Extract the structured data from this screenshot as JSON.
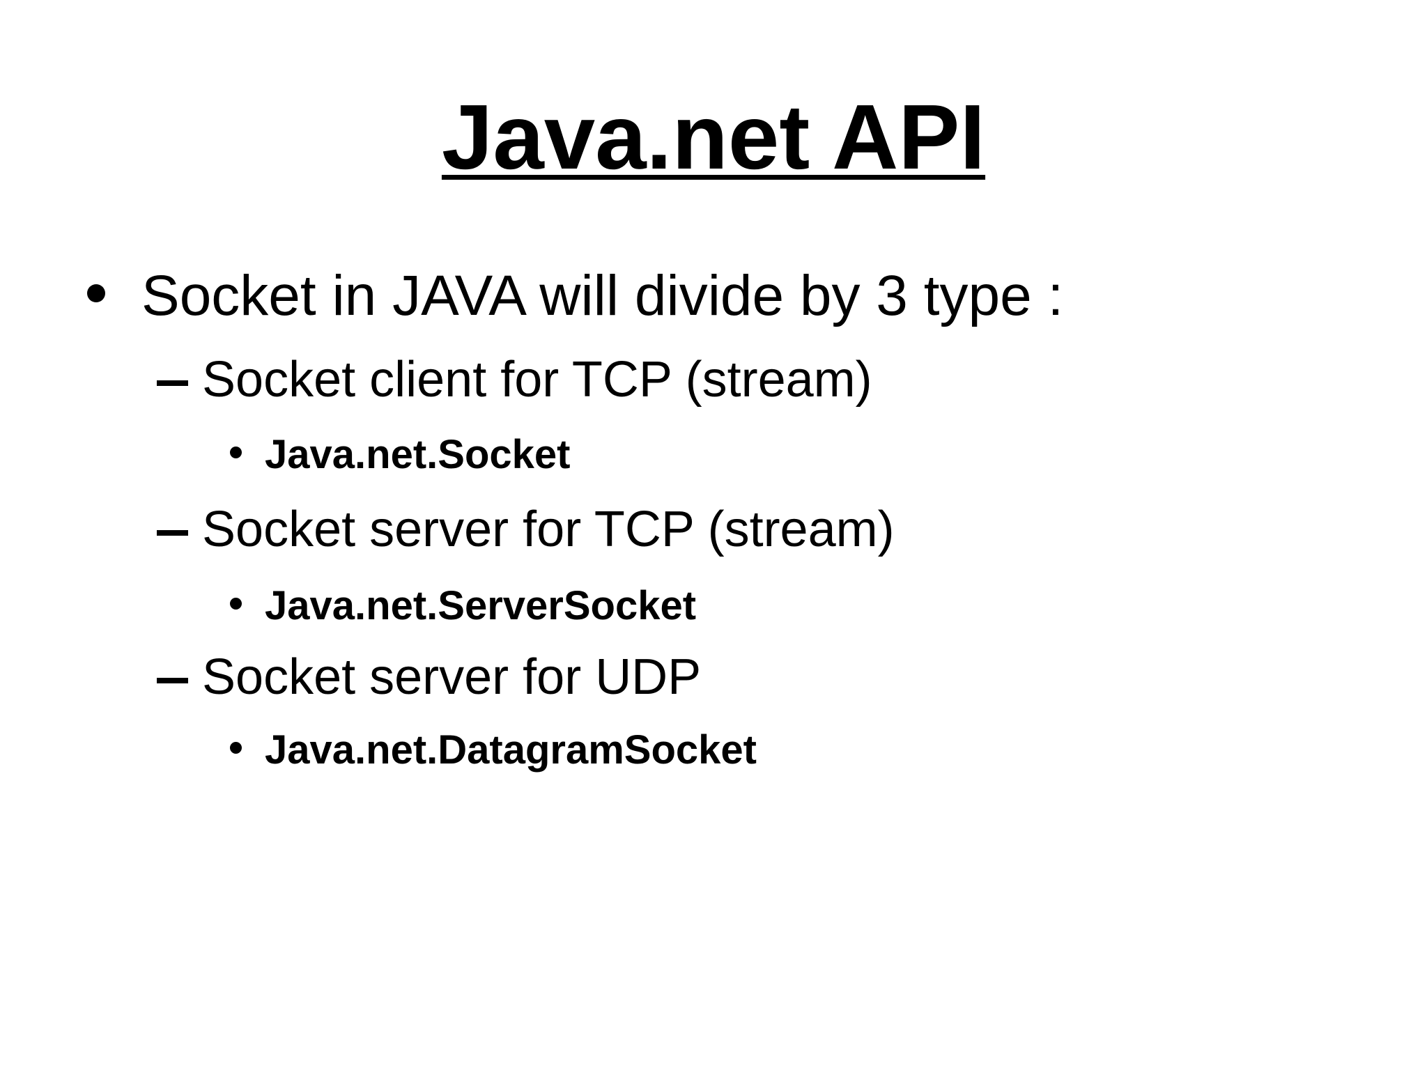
{
  "slide": {
    "title": "Java.net API",
    "icons": {
      "level1_marker": "•",
      "level2_marker": "–",
      "level3_marker": "•"
    },
    "colors": {
      "text": "#000000",
      "background": "#ffffff"
    },
    "content": [
      {
        "level": 1,
        "marker": "•",
        "text": "Socket in JAVA will divide by 3 type :"
      },
      {
        "level": 2,
        "marker": "–",
        "text": "Socket client for TCP (stream)"
      },
      {
        "level": 3,
        "marker": "•",
        "text": "Java.net.Socket"
      },
      {
        "level": 2,
        "marker": "–",
        "text": "Socket server for TCP (stream)"
      },
      {
        "level": 3,
        "marker": "•",
        "text": "Java.net.ServerSocket"
      },
      {
        "level": 2,
        "marker": "–",
        "text": "Socket server for UDP"
      },
      {
        "level": 3,
        "marker": "•",
        "text": "Java.net.DatagramSocket"
      }
    ]
  }
}
